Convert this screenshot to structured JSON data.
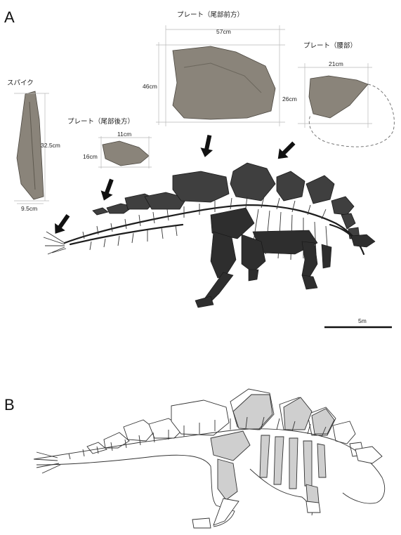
{
  "panels": {
    "a": "A",
    "b": "B"
  },
  "captions": {
    "spike": "スパイク",
    "plate_tail_rear": "プレート（尾部後方）",
    "plate_tail_front": "プレート（尾部前方）",
    "plate_back": "プレート（腰部）"
  },
  "dimensions": {
    "spike_height": "32.5cm",
    "spike_width": "9.5cm",
    "rear_width": "11cm",
    "rear_height": "16cm",
    "front_width": "57cm",
    "front_height": "46cm",
    "back_width": "21cm",
    "back_height": "26cm"
  },
  "scale_bar_label": "5m",
  "colors": {
    "skeleton": "#2e2e2e",
    "fossil": "#8a847a",
    "reconstruction_fill": "#cfcfcf",
    "guide": "#b9b9b9"
  }
}
